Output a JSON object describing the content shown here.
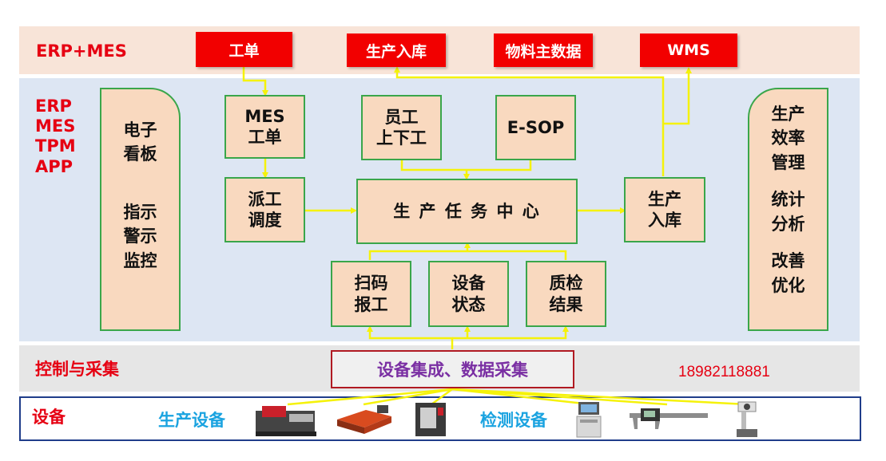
{
  "bands": {
    "erp_mes": "ERP+MES",
    "apps": [
      "ERP",
      "MES",
      "TPM",
      "APP"
    ],
    "control": "控制与采集",
    "device": "设备"
  },
  "top_buttons": {
    "work_order": "工单",
    "storage": "生产入库",
    "material": "物料主数据",
    "wms": "WMS"
  },
  "left_panel": {
    "line1": "电子",
    "line2": "看板",
    "line3": "指示",
    "line4": "警示",
    "line5": "监控"
  },
  "right_panel": {
    "line1": "生产",
    "line2": "效率",
    "line3": "管理",
    "line4": "统计",
    "line5": "分析",
    "line6": "改善",
    "line7": "优化"
  },
  "boxes": {
    "mes_order_1": "MES",
    "mes_order_2": "工单",
    "staff_1": "员工",
    "staff_2": "上下工",
    "esop": "E-SOP",
    "dispatch_1": "派工",
    "dispatch_2": "调度",
    "center": "生 产 任 务 中 心",
    "store_1": "生产",
    "store_2": "入库",
    "scan_1": "扫码",
    "scan_2": "报工",
    "equip_1": "设备",
    "equip_2": "状态",
    "qc_1": "质检",
    "qc_2": "结果"
  },
  "collect": "设备集成、数据采集",
  "phone": "18982118881",
  "devices": {
    "production": "生产设备",
    "inspection": "检测设备"
  },
  "colors": {
    "red": "#f20000",
    "green_border": "#3aa64a",
    "peach": "#f9d9bf",
    "connector": "#f5f20a",
    "blue_text": "#1aa3e0"
  }
}
